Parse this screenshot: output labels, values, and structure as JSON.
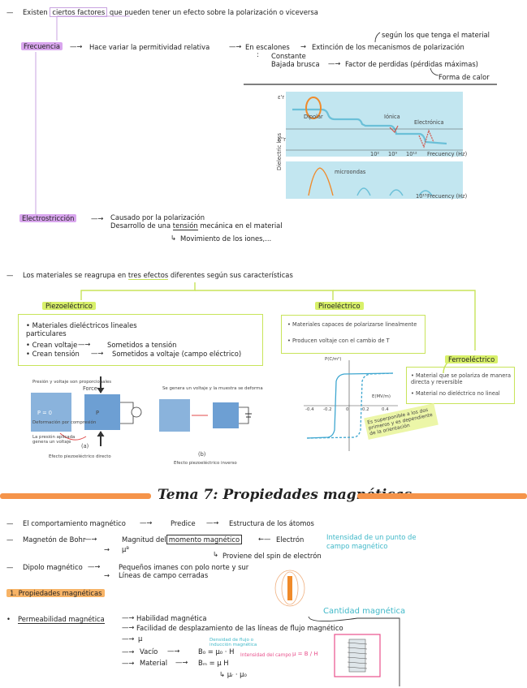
{
  "s1": {
    "l1_pre": "Existen",
    "l1_box": "ciertos factores",
    "l1_post": "que pueden tener un efecto sobre la polarización o viceversa",
    "frecuencia": "Frecuencia",
    "freq_text": "Hace variar la permitividad relativa",
    "note_segun": "según los que tenga el material",
    "escalones": "En escalones",
    "extincion": "Extinción de los mecanismos de polarización",
    "constante": "Constante",
    "bajada": "Bajada brusca",
    "factor": "Factor de perdidas (pérdidas máximas)",
    "forma": "Forma de calor",
    "electro": "Electrostricción",
    "causado": "Causado por la polarización",
    "des_pre": "Desarrollo de una",
    "des_und": "tensión",
    "des_post": "mecánica en el material",
    "movimiento": "Movimiento de los iones,..."
  },
  "fig1": {
    "labels": [
      "Dipolar",
      "Iónica",
      "Electrónica",
      "Frecuency (Hz)",
      "Frecuency (Hz)",
      "Dielectric loss",
      "ε'r",
      "ε''r",
      "microondas",
      "10²",
      "10⁹",
      "10¹²",
      "10¹⁵"
    ],
    "colors": {
      "panel": "#c2e6f0",
      "curve": "#6bc0d8",
      "ring": "#f08a2a",
      "loss": "#d0574d"
    }
  },
  "s2": {
    "l_pre": "Los materiales se reagrupa en",
    "l_und": "tres efectos",
    "l_post": "diferentes según sus características",
    "piezo": "Piezoeléctrico",
    "piro": "Piroeléctrico",
    "ferro": "Ferroeléctrico",
    "piezo_items": [
      "Materiales dieléctricos lineales particulares",
      "Crean voltaje",
      "Crean tensión"
    ],
    "sometidos_tension": "Sometidos a tensión",
    "sometidos_voltaje": "Sometidos a voltaje (campo eléctrico)",
    "piro_items": [
      "Materiales capaces de polarizarse linealmente",
      "Producen voltaje con el cambio de T"
    ],
    "ferro_items": [
      "Material que se polariza de manera directa y reversible",
      "Material no dieléctrico no lineal"
    ],
    "sticky": "Es superponible a los dos primeros y es dependiente de la orientación",
    "fig_labels": {
      "left_top": "Presión y voltaje son proporcionales",
      "force": "Force",
      "p0": "P = 0",
      "p": "P",
      "deform": "Deformación por compresión",
      "presion": "La presión aplicada genera un voltaje",
      "a": "(a)",
      "efecto_directo": "Efecto piezoeléctrico directo",
      "mid_top": "Se genera un voltaje y la muestra se deforma",
      "b": "(b)",
      "efecto_inverso": "Efecto piezoeléctrico inverso"
    },
    "hyst_ticks": [
      "-0.4",
      "-0.2",
      "0",
      "0.2",
      "0.4",
      "E(MV/m)",
      "P(C/m²)"
    ]
  },
  "s3": {
    "title": "Tema 7: Propiedades magnéticas",
    "colors": {
      "bar": "#f5944a"
    },
    "comport": "El comportamiento magnético",
    "predice": "Predice",
    "estructura": "Estructura de los átomos",
    "magneton": "Magnetón de Bohr",
    "magnitud_pre": "Magnitud del",
    "magnitud_box": "momento magnético",
    "electron": "Electrón",
    "mu_b": "μᴮ",
    "proviene": "Proviene del spin de electrón",
    "intensidad": "Intensidad de un punto de campo magnético",
    "dipolo": "Dipolo magnético",
    "pequenos": "Pequeños imanes con polo norte y sur",
    "lineas": "Líneas de campo cerradas",
    "prop_header": "1. Propiedades magnéticas",
    "permeabilidad": "Permeabilidad magnética",
    "habilidad": "Habilidad magnética",
    "facilidad": "Facilidad de desplazamiento de las líneas de flujo magnético",
    "cantidad": "Cantidad magnética",
    "mu": "μ",
    "vacio": "Vacío",
    "material": "Material",
    "b0": "B₀ = μ₀ · H",
    "bm": "Bₘ = μ H",
    "mur": "μᵣ · μ₀",
    "cyan_note": "Densidad de flujo o inducción magnética",
    "pink_note": "Intensidad del campo",
    "frac": "μ = B / H"
  }
}
